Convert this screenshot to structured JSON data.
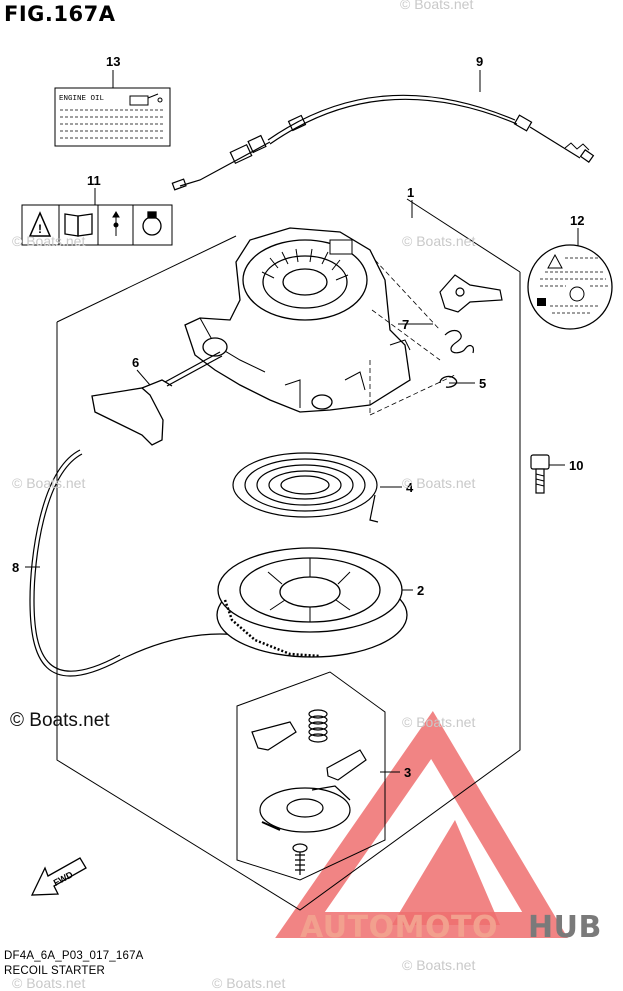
{
  "figure": {
    "title": "FIG.167A",
    "code": "DF4A_6A_P03_017_167A",
    "name": "RECOIL STARTER"
  },
  "copyright": "© Boats.net",
  "watermarks": [
    "© Boats.net",
    "© Boats.net",
    "© Boats.net",
    "© Boats.net",
    "© Boats.net",
    "© Boats.net",
    "© Boats.net",
    "© Boats.net",
    "© Boats.net"
  ],
  "engine_oil_label": "ENGINE OIL",
  "brand": {
    "part1": "AUTOMOTO",
    "part2": "HUB",
    "color1": "#f2a08e",
    "color2": "#7a7a7a",
    "logo_color": "#ee6f6f"
  },
  "callouts": {
    "c1": "1",
    "c2": "2",
    "c3": "3",
    "c4": "4",
    "c5": "5",
    "c6": "6",
    "c7": "7",
    "c8": "8",
    "c9": "9",
    "c10": "10",
    "c11": "11",
    "c12": "12",
    "c13": "13"
  },
  "fwd_label": "FWD"
}
